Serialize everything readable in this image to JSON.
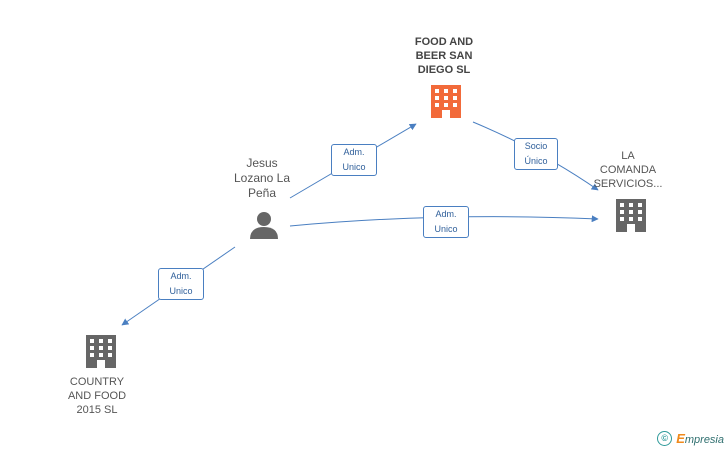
{
  "nodes": {
    "food_beer": {
      "lines": [
        "FOOD AND",
        "BEER SAN",
        "DIEGO SL"
      ],
      "icon": "building-icon",
      "color": "#f26a3a"
    },
    "person": {
      "lines": [
        "Jesus",
        "Lozano La",
        "Peña"
      ],
      "icon": "person-icon",
      "color": "#666666"
    },
    "la_comanda": {
      "lines": [
        "LA",
        "COMANDA",
        "SERVICIOS..."
      ],
      "icon": "building-icon",
      "color": "#666666"
    },
    "country_food": {
      "lines": [
        "COUNTRY",
        "AND FOOD",
        "2015  SL"
      ],
      "icon": "building-icon",
      "color": "#666666"
    }
  },
  "edges": {
    "person_to_food_beer": [
      "Adm.",
      "Unico"
    ],
    "food_beer_to_comanda": [
      "Socio",
      "Único"
    ],
    "person_to_comanda": [
      "Adm.",
      "Unico"
    ],
    "person_to_country": [
      "Adm.",
      "Unico"
    ]
  },
  "colors": {
    "edge": "#4a7fc1"
  },
  "footer": {
    "copyright": "©",
    "brand_initial": "E",
    "brand_rest": "mpresia"
  }
}
